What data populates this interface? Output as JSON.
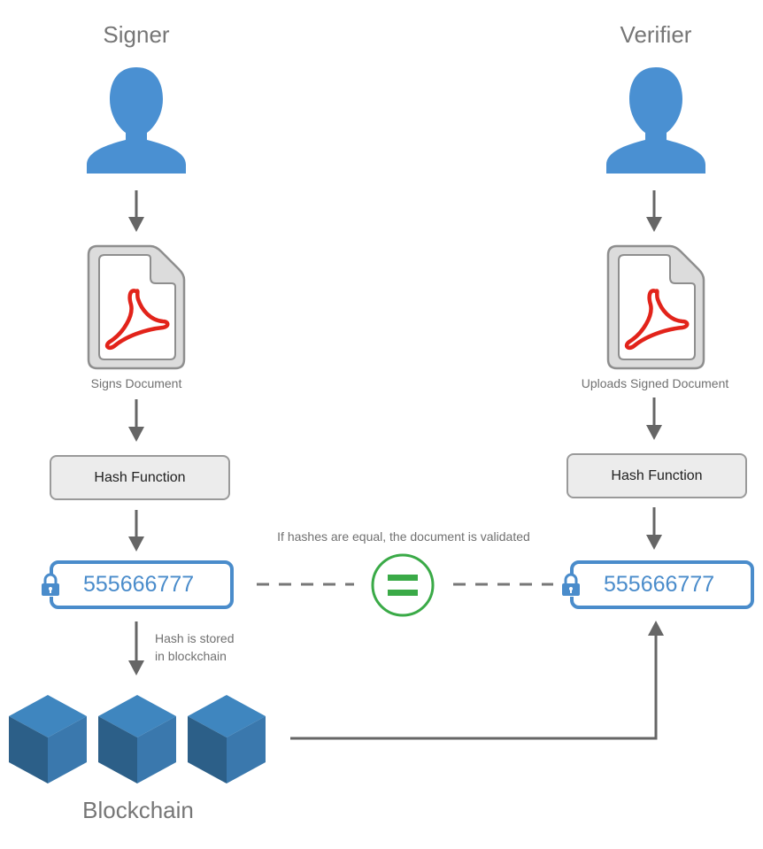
{
  "signer": {
    "title": "Signer",
    "document_caption": "Signs Document",
    "hash_function_label": "Hash Function",
    "hash_value": "555666777",
    "store_note_line1": "Hash is stored",
    "store_note_line2": "in blockchain"
  },
  "verifier": {
    "title": "Verifier",
    "document_caption": "Uploads Signed Document",
    "hash_function_label": "Hash Function",
    "hash_value": "555666777"
  },
  "comparison": {
    "note": "If hashes are equal, the document is validated",
    "symbol_icon": "equals-icon"
  },
  "blockchain": {
    "label": "Blockchain",
    "block_count": 3
  },
  "colors": {
    "person": "#4a90d2",
    "hash_border": "#4a8ccb",
    "equals": "#3aaa47",
    "block_top": "#3f86bf",
    "block_left": "#2c5f88",
    "block_right": "#3a78ad",
    "arrow": "#666666",
    "pdf_red": "#e2231a"
  }
}
